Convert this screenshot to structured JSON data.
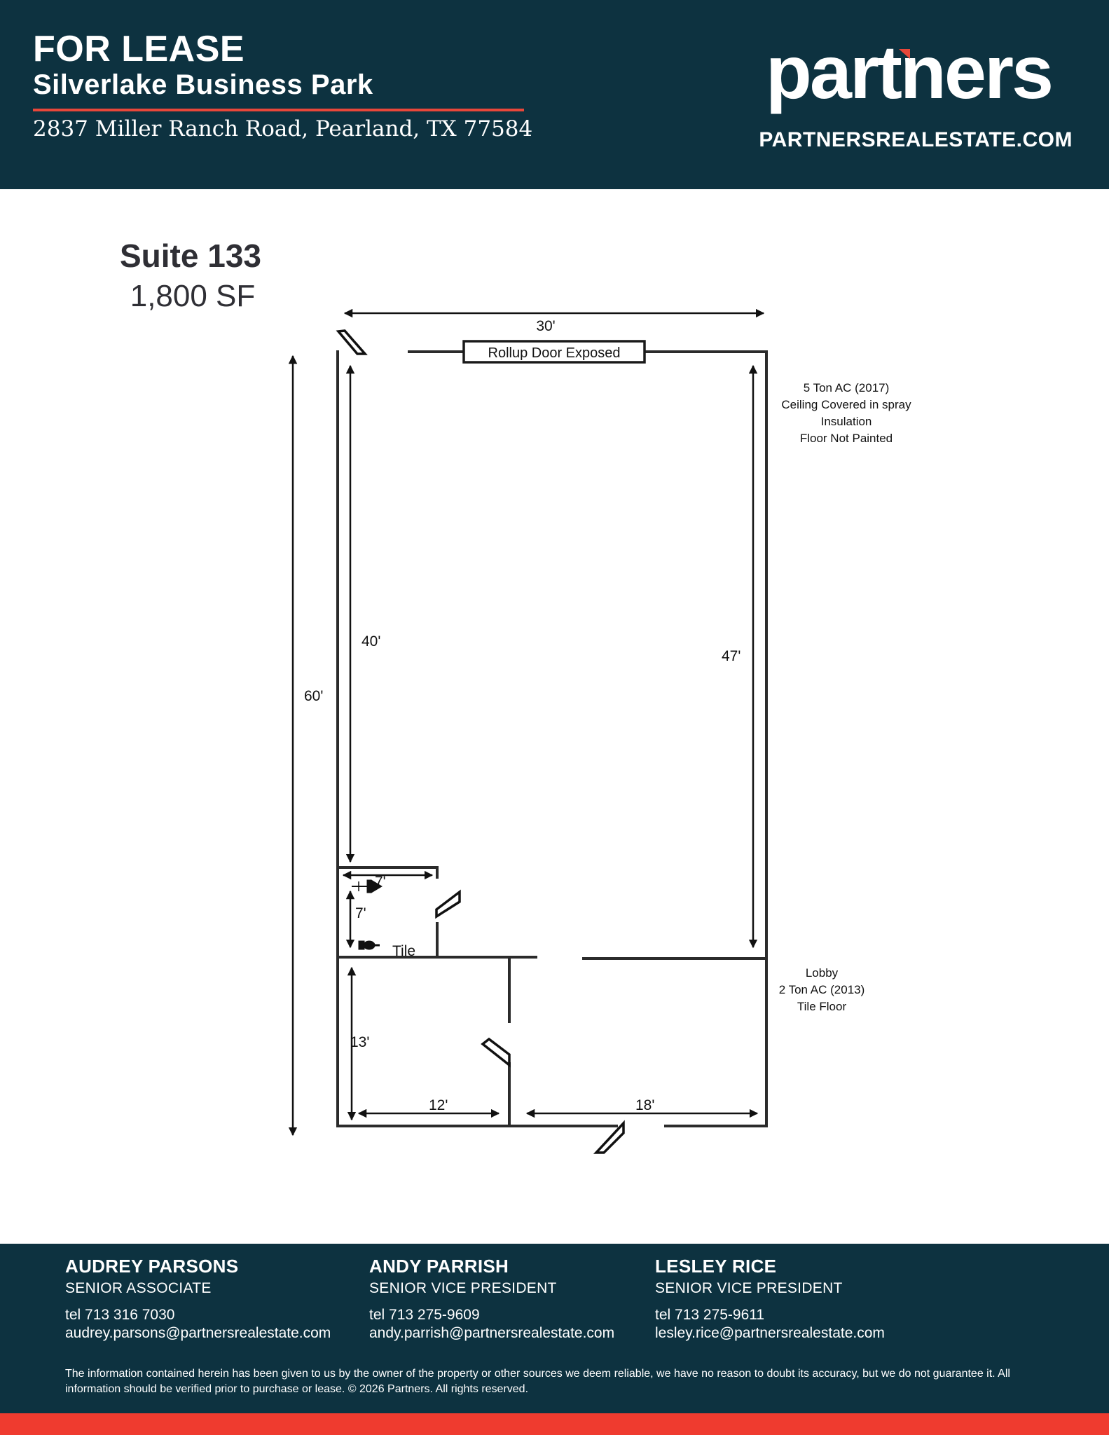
{
  "header": {
    "title": "FOR LEASE",
    "property": "Silverlake Business Park",
    "address": "2837 Miller Ranch Road, Pearland, TX 77584",
    "logo_text": "partners",
    "website": "PARTNERSREALESTATE.COM",
    "background_color": "#0d3240",
    "accent_color": "#e8473a"
  },
  "suite": {
    "name": "Suite 133",
    "size": "1,800 SF"
  },
  "floor_plan": {
    "dim_top": "30'",
    "dim_overall": "60'",
    "dim_warehouse_left": "40'",
    "dim_warehouse_right": "47'",
    "dim_restroom_width": "7'",
    "dim_restroom_depth": "7'",
    "dim_office_depth": "13'",
    "dim_office_width": "12'",
    "dim_lobby_width": "18'",
    "rollup_door_label": "Rollup Door Exposed",
    "tile_label": "Tile",
    "warehouse_notes": [
      "5 Ton AC (2017)",
      "Ceiling Covered in spray",
      "Insulation",
      "Floor Not Painted"
    ],
    "lobby_notes": [
      "Lobby",
      "2 Ton AC (2013)",
      "Tile Floor"
    ]
  },
  "contacts": [
    {
      "name": "AUDREY PARSONS",
      "role": "SENIOR ASSOCIATE",
      "tel": "tel 713 316 7030",
      "email": "audrey.parsons@partnersrealestate.com"
    },
    {
      "name": "ANDY PARRISH",
      "role": "SENIOR VICE PRESIDENT",
      "tel": "tel 713 275-9609",
      "email": "andy.parrish@partnersrealestate.com"
    },
    {
      "name": "LESLEY RICE",
      "role": "SENIOR VICE PRESIDENT",
      "tel": "tel 713 275-9611",
      "email": "lesley.rice@partnersrealestate.com"
    }
  ],
  "disclaimer": "The information contained herein has been given to us by the owner of the property or other sources we deem reliable, we have no reason to doubt its accuracy, but we do not guarantee it. All information should be verified prior to purchase or lease. © 2026 Partners. All rights reserved.",
  "footer_accent_color": "#ef3b2f"
}
